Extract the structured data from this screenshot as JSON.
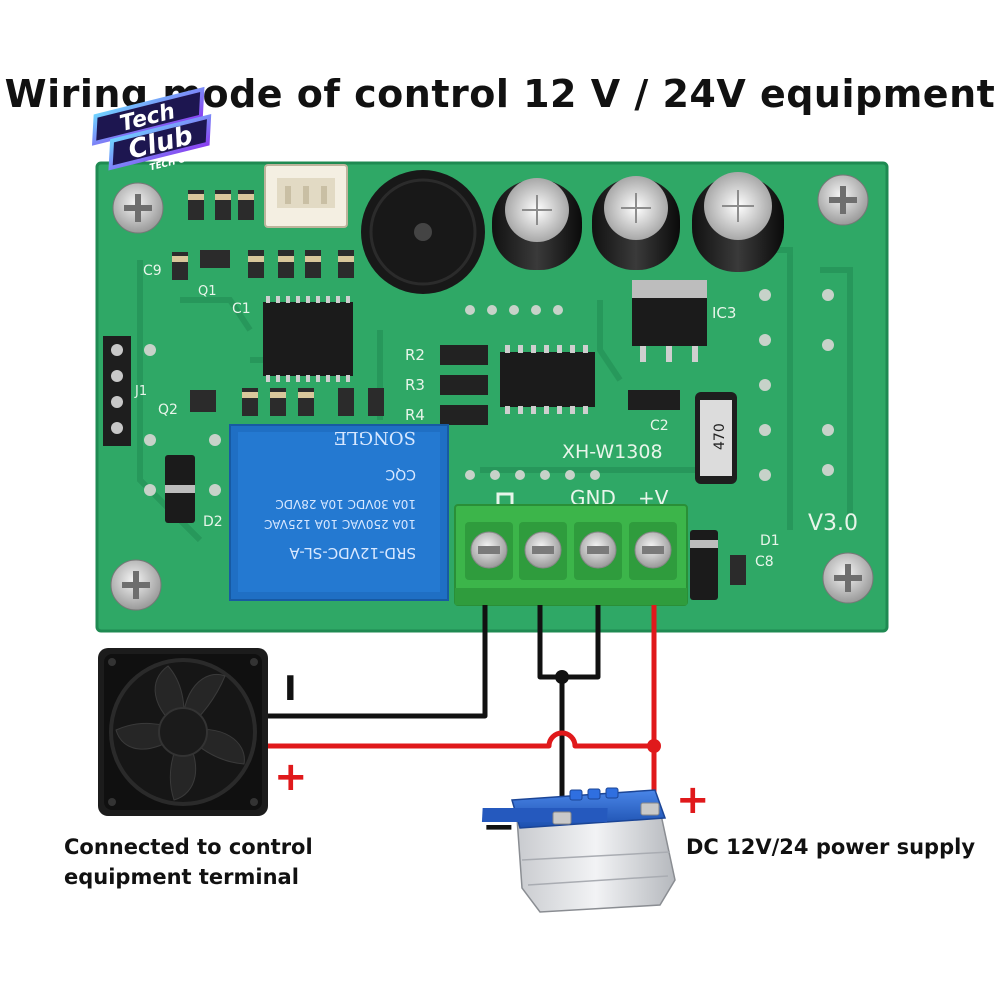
{
  "title": "Wiring mode of control 12 V / 24V equipment",
  "logo": {
    "line1": "Tech",
    "line2": "Club",
    "line3": "TECH CLUB"
  },
  "board": {
    "model": "XH-W1308",
    "version": "V3.0",
    "terminals": {
      "gnd": "GND",
      "vplus": "+V"
    },
    "ic_label": "IC3",
    "resistors": [
      "R2",
      "R3",
      "R4"
    ],
    "components": [
      "C9",
      "C1",
      "C2",
      "C8",
      "Q1",
      "Q2",
      "D1",
      "D2",
      "J1",
      "470"
    ],
    "relay": {
      "model": "SRD-12VDC-SL-A",
      "rating1": "10A 250VAC  10A 125VAC",
      "rating2": "10A  30VDC  10A 28VDC",
      "brand": "SONGLE",
      "cert": "CQC"
    }
  },
  "wiring": {
    "fan_minus": "I",
    "fan_plus": "+",
    "battery_minus": "−",
    "battery_plus": "+"
  },
  "labels": {
    "equipment": "Connected to control equipment terminal",
    "power": "DC 12V/24 power supply"
  },
  "colors": {
    "pcb": "#2fa866",
    "wire_positive": "#e0191b",
    "wire_negative": "#111111",
    "terminal": "#3cb54a",
    "relay": "#1f6fc4",
    "battery_top": "#2a63c9"
  }
}
